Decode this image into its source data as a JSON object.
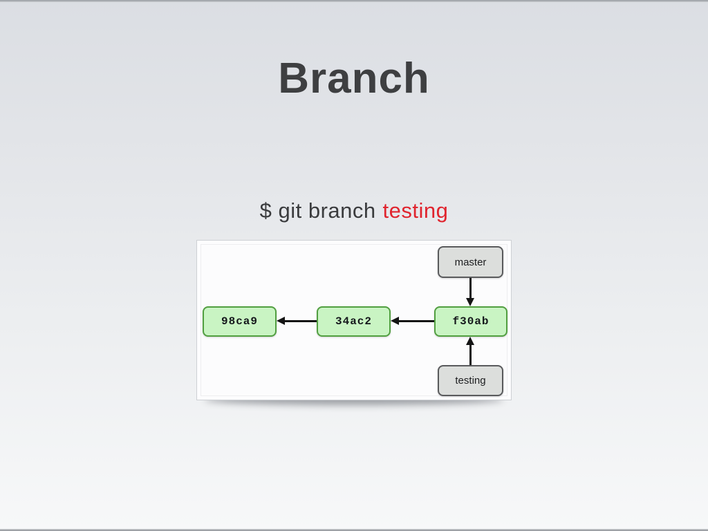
{
  "slide": {
    "title": "Branch",
    "command_prefix": "$ git branch",
    "command_arg": "testing"
  },
  "diagram": {
    "commits": [
      {
        "id": "98ca9"
      },
      {
        "id": "34ac2"
      },
      {
        "id": "f30ab"
      }
    ],
    "branch_labels": [
      {
        "name": "master"
      },
      {
        "name": "testing"
      }
    ],
    "arrows": [
      {
        "from": "master",
        "to": "f30ab",
        "direction": "down"
      },
      {
        "from": "testing",
        "to": "f30ab",
        "direction": "up"
      },
      {
        "from": "f30ab",
        "to": "34ac2",
        "direction": "left"
      },
      {
        "from": "34ac2",
        "to": "98ca9",
        "direction": "left"
      }
    ]
  },
  "colors": {
    "title_color": "#3e3f41",
    "command_color": "#3a3b3d",
    "accent_red": "#e0242e",
    "card_bg": "#fdfdfe",
    "commit_fill": "#c9f4c3",
    "commit_border": "#519f40",
    "branch_fill": "#dcdedc",
    "branch_border": "#595a5c",
    "arrow_color": "#141414"
  }
}
